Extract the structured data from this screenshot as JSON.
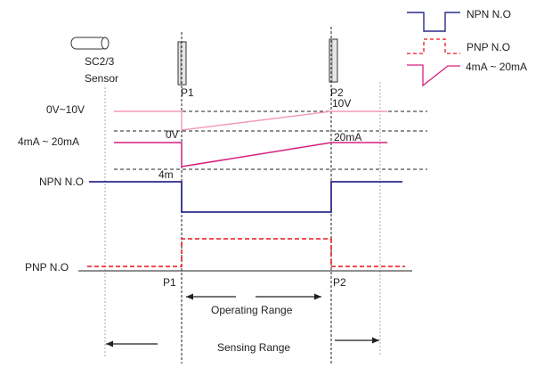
{
  "sensor": {
    "model": "SC2/3",
    "label": "Sensor"
  },
  "probes": {
    "p1": "P1",
    "p2": "P2"
  },
  "legend": {
    "npn": "NPN N.O",
    "pnp": "PNP N.O",
    "analog_current": "4mA ~ 20mA"
  },
  "rows": {
    "voltage": "0V~10V",
    "current": "4mA ~ 20mA",
    "npn": "NPN N.O",
    "pnp": "PNP N.O"
  },
  "values": {
    "v_min": "0V",
    "v_max": "10V",
    "i_min": "4m",
    "i_max": "20mA"
  },
  "ranges": {
    "operating": "Operating Range",
    "sensing": "Sensing Range"
  },
  "colors": {
    "npn": "#2b2b8c",
    "pnp": "#e8141c",
    "current": "#d6207e",
    "voltage": "#f29ab8"
  }
}
